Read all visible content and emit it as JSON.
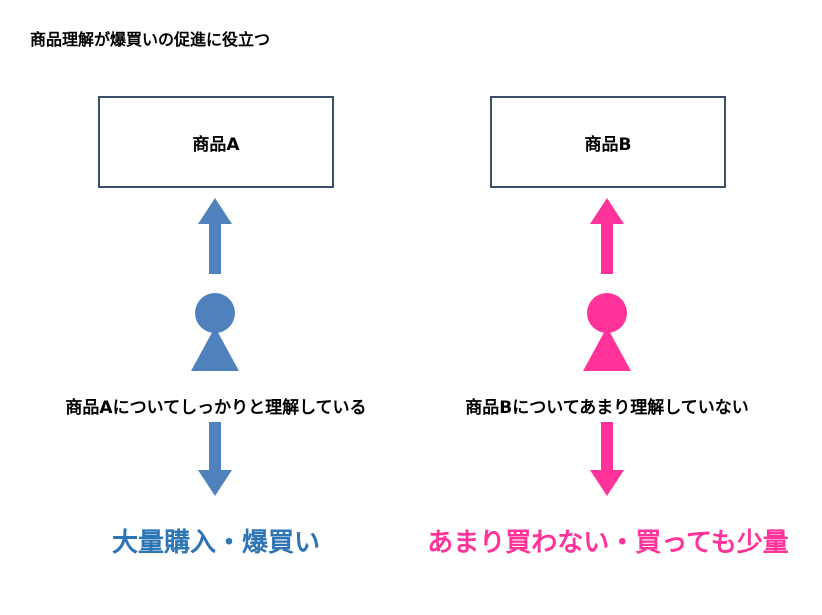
{
  "title": "商品理解が爆買いの促進に役立つ",
  "colors": {
    "blue": "#4f81bd",
    "blue_text": "#2e75b6",
    "pink": "#ff3399",
    "box_border": "#3b4f69"
  },
  "left": {
    "product_label": "商品A",
    "caption": "商品Aについてしっかりと理解している",
    "result": "大量購入・爆買い"
  },
  "right": {
    "product_label": "商品B",
    "caption": "商品Bについてあまり理解していない",
    "result": "あまり買わない・買っても少量"
  },
  "icons": {
    "up_arrow": "arrow-up-icon",
    "down_arrow": "arrow-down-icon",
    "person": "person-icon"
  }
}
